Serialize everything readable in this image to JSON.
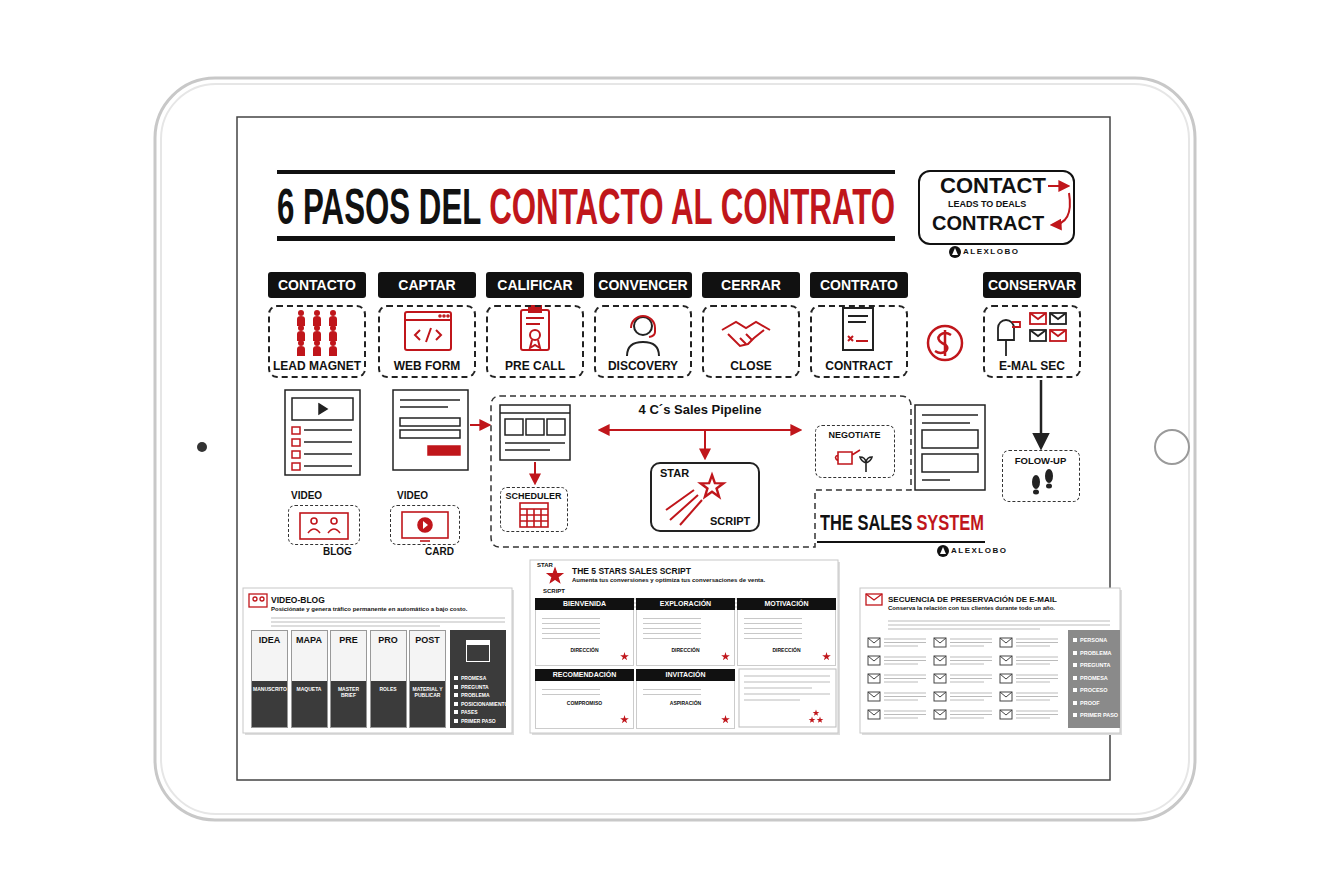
{
  "diagram": {
    "nodes": [
      {
        "text": [
          "CONTACT",
          "LEADS TO DEALS",
          "CONTRACT"
        ]
      },
      {
        "text": [
          "CONTACTO",
          "LEAD MAGNET"
        ]
      },
      {
        "text": [
          "CAPTAR",
          "WEB FORM"
        ]
      },
      {
        "text": [
          "CALIFICAR",
          "PRE CALL"
        ]
      },
      {
        "text": [
          "CONVENCER",
          "DISCOVERY"
        ]
      },
      {
        "text": [
          "CERRAR",
          "CLOSE"
        ]
      },
      {
        "text": [
          "CONTRATO",
          "CONTRACT"
        ]
      },
      {
        "text": [
          "CONSERVAR",
          "E-MAL SEC"
        ]
      },
      {
        "text": [
          "VIDEO",
          "BLOG"
        ]
      },
      {
        "text": [
          "VIDEO",
          "CARD"
        ]
      },
      {
        "text": [
          "4 C´s Sales Pipeline"
        ]
      },
      {
        "text": [
          "SCHEDULER"
        ],
        "in": 10
      },
      {
        "text": [
          "STAR",
          "SCRIPT"
        ],
        "in": 10
      },
      {
        "text": [
          "NEGOTIATE"
        ],
        "in": 10
      },
      {
        "text": [
          "FOLOW-UP"
        ]
      },
      {
        "text": [
          "VIDEO-BLOG",
          "Posiciónate y genera tráfico permanente en automático a bajo costo."
        ]
      },
      {
        "text": [
          "IDEA",
          "MANUSCRITO"
        ],
        "in": 15
      },
      {
        "text": [
          "MAPA",
          "MAQUETA"
        ],
        "in": 15
      },
      {
        "text": [
          "PRE",
          "MASTER BRIEF"
        ],
        "in": 15
      },
      {
        "text": [
          "PRO",
          "ROLES"
        ],
        "in": 15
      },
      {
        "text": [
          "POST",
          "MATERIAL Y PUBLICAR"
        ],
        "in": 15
      },
      {
        "text": [
          "PROMESA",
          "PREGUNTA",
          "PROBLEMA",
          "POSICIONAMIENTO",
          "PASES",
          "PRIMER PASO"
        ],
        "in": 15
      },
      {
        "text": [
          "THE 5 STARS SALES SCRIPT",
          "Aumenta tus conversiones y optimiza tus conversaciones de venta."
        ]
      },
      {
        "text": [
          "BIENVENIDA",
          "DIRECCIÓN"
        ],
        "in": 22
      },
      {
        "text": [
          "EXPLORACIÓN",
          "DIRECCIÓN"
        ],
        "in": 22
      },
      {
        "text": [
          "MOTIVACIÓN",
          "DIRECCIÓN"
        ],
        "in": 22
      },
      {
        "text": [
          "RECOMENDACIÓN",
          "COMPROMISO"
        ],
        "in": 22
      },
      {
        "text": [
          "INVITACIÓN",
          "ASPIRACIÓN"
        ],
        "in": 22
      },
      {
        "text": [
          "SECUENCIA DE PRESERVACIÓN DE E-MAIL",
          "Conserva la relación con tus clientes durante todo un año."
        ]
      },
      {
        "text": [
          "PERSONA",
          "PROBLEMA",
          "PREGUNTA",
          "PROMESA",
          "PROCESO",
          "PROOF",
          "PRIMER PASO"
        ],
        "in": 28
      }
    ],
    "edges": [
      {
        "from": 7,
        "to": 14,
        "arrow": "to"
      }
    ],
    "labels": [
      "6 PASOS DEL",
      "CONTACTO AL CONTRATO",
      "ALEXLOBO",
      "THE SALES",
      "SYSTEM",
      "ALEXLOBO",
      "STAR",
      "SCRIPT"
    ]
  }
}
